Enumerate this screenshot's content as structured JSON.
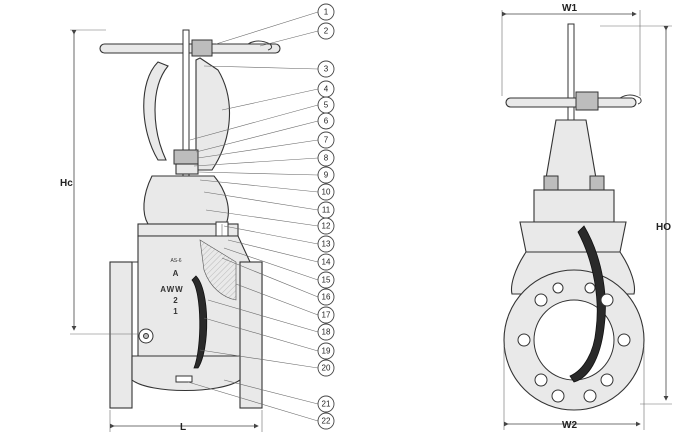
{
  "dimensions": {
    "hc": "Hc",
    "l": "L",
    "w1": "W1",
    "w2": "W2",
    "ho": "HO"
  },
  "casting": {
    "logo": "A",
    "size_mark": "AS-6",
    "standard": "AWW",
    "number_a": "2",
    "number_b": "1"
  },
  "callouts": [
    "1",
    "2",
    "3",
    "4",
    "5",
    "6",
    "7",
    "8",
    "9",
    "10",
    "11",
    "12",
    "13",
    "14",
    "15",
    "16",
    "17",
    "18",
    "19",
    "20",
    "21",
    "22"
  ]
}
